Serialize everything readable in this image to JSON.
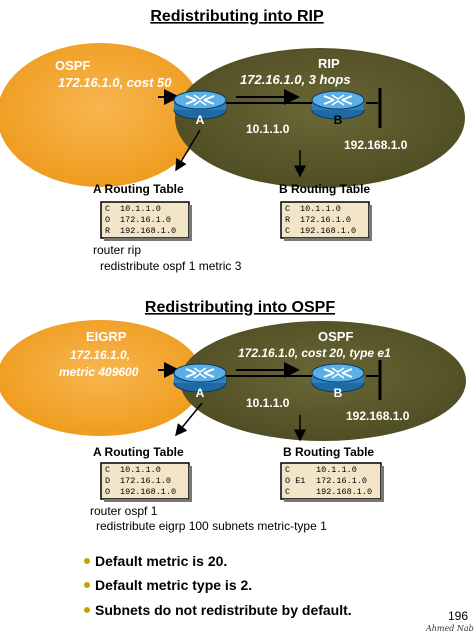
{
  "rip_section": {
    "title": "Redistributing into RIP",
    "ospf_area": {
      "name": "OSPF",
      "route": "172.16.1.0, cost 50"
    },
    "rip_area": {
      "name": "RIP",
      "route": "172.16.1.0, 3 hops",
      "link_net": "10.1.1.0",
      "stub_net": "192.168.1.0"
    },
    "router_a": "A",
    "router_b": "B",
    "a_table": {
      "caption": "A Routing Table",
      "rows": [
        [
          "C",
          "10.1.1.0"
        ],
        [
          "O",
          "172.16.1.0"
        ],
        [
          "R",
          "192.168.1.0"
        ]
      ]
    },
    "b_table": {
      "caption": "B Routing Table",
      "rows": [
        [
          "C",
          "10.1.1.0"
        ],
        [
          "R",
          "172.16.1.0"
        ],
        [
          "C",
          "192.168.1.0"
        ]
      ]
    },
    "config": [
      "router rip",
      "redistribute ospf 1 metric 3"
    ]
  },
  "ospf_section": {
    "title": "Redistributing into OSPF",
    "eigrp_area": {
      "name": "EIGRP",
      "route_line1": "172.16.1.0,",
      "route_line2": "metric 409600"
    },
    "ospf_area": {
      "name": "OSPF",
      "route": "172.16.1.0, cost 20, type e1",
      "link_net": "10.1.1.0",
      "stub_net": "192.168.1.0"
    },
    "router_a": "A",
    "router_b": "B",
    "a_table": {
      "caption": "A Routing Table",
      "rows": [
        [
          "C",
          "10.1.1.0"
        ],
        [
          "D",
          "172.16.1.0"
        ],
        [
          "O",
          "192.168.1.0"
        ]
      ]
    },
    "b_table": {
      "caption": "B Routing Table",
      "rows": [
        [
          "C",
          "10.1.1.0"
        ],
        [
          "O E1",
          "172.16.1.0"
        ],
        [
          "C",
          "192.168.1.0"
        ]
      ]
    },
    "config": [
      "router ospf 1",
      "redistribute eigrp 100 subnets metric-type 1"
    ]
  },
  "bullets": [
    "Default metric is 20.",
    "Default metric type is 2.",
    "Subnets do not redistribute by default."
  ],
  "page_number": "196",
  "signature": "Ahmed Nabil",
  "colors": {
    "orange": "#f5a623",
    "olive": "#5c5a2c",
    "router": "#2a7fbf",
    "bullet": "#c8a000"
  }
}
